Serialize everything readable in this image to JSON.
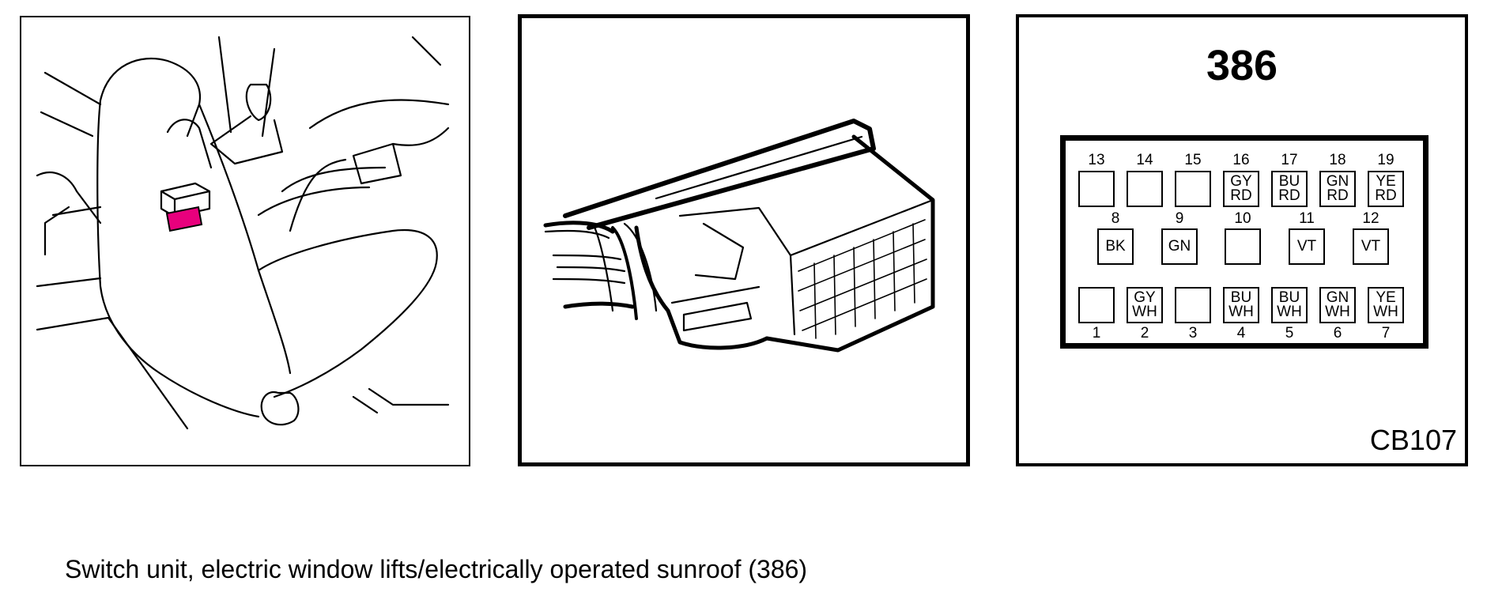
{
  "connector": {
    "number": "386",
    "code": "CB107",
    "highlight_color": "#e8007d",
    "rows": [
      [
        {
          "num": "13",
          "wire": ""
        },
        {
          "num": "14",
          "wire": ""
        },
        {
          "num": "15",
          "wire": ""
        },
        {
          "num": "16",
          "wire": "GY\nRD"
        },
        {
          "num": "17",
          "wire": "BU\nRD"
        },
        {
          "num": "18",
          "wire": "GN\nRD"
        },
        {
          "num": "19",
          "wire": "YE\nRD"
        }
      ],
      [
        {
          "num": "8",
          "wire": "BK"
        },
        {
          "num": "9",
          "wire": "GN"
        },
        {
          "num": "10",
          "wire": ""
        },
        {
          "num": "11",
          "wire": "VT"
        },
        {
          "num": "12",
          "wire": "VT"
        }
      ],
      [
        {
          "num": "1",
          "wire": ""
        },
        {
          "num": "2",
          "wire": "GY\nWH"
        },
        {
          "num": "3",
          "wire": ""
        },
        {
          "num": "4",
          "wire": "BU\nWH"
        },
        {
          "num": "5",
          "wire": "BU\nWH"
        },
        {
          "num": "6",
          "wire": "GN\nWH"
        },
        {
          "num": "7",
          "wire": "YE\nWH"
        }
      ]
    ]
  },
  "caption": "Switch unit, electric window lifts/electrically operated sunroof (386)"
}
